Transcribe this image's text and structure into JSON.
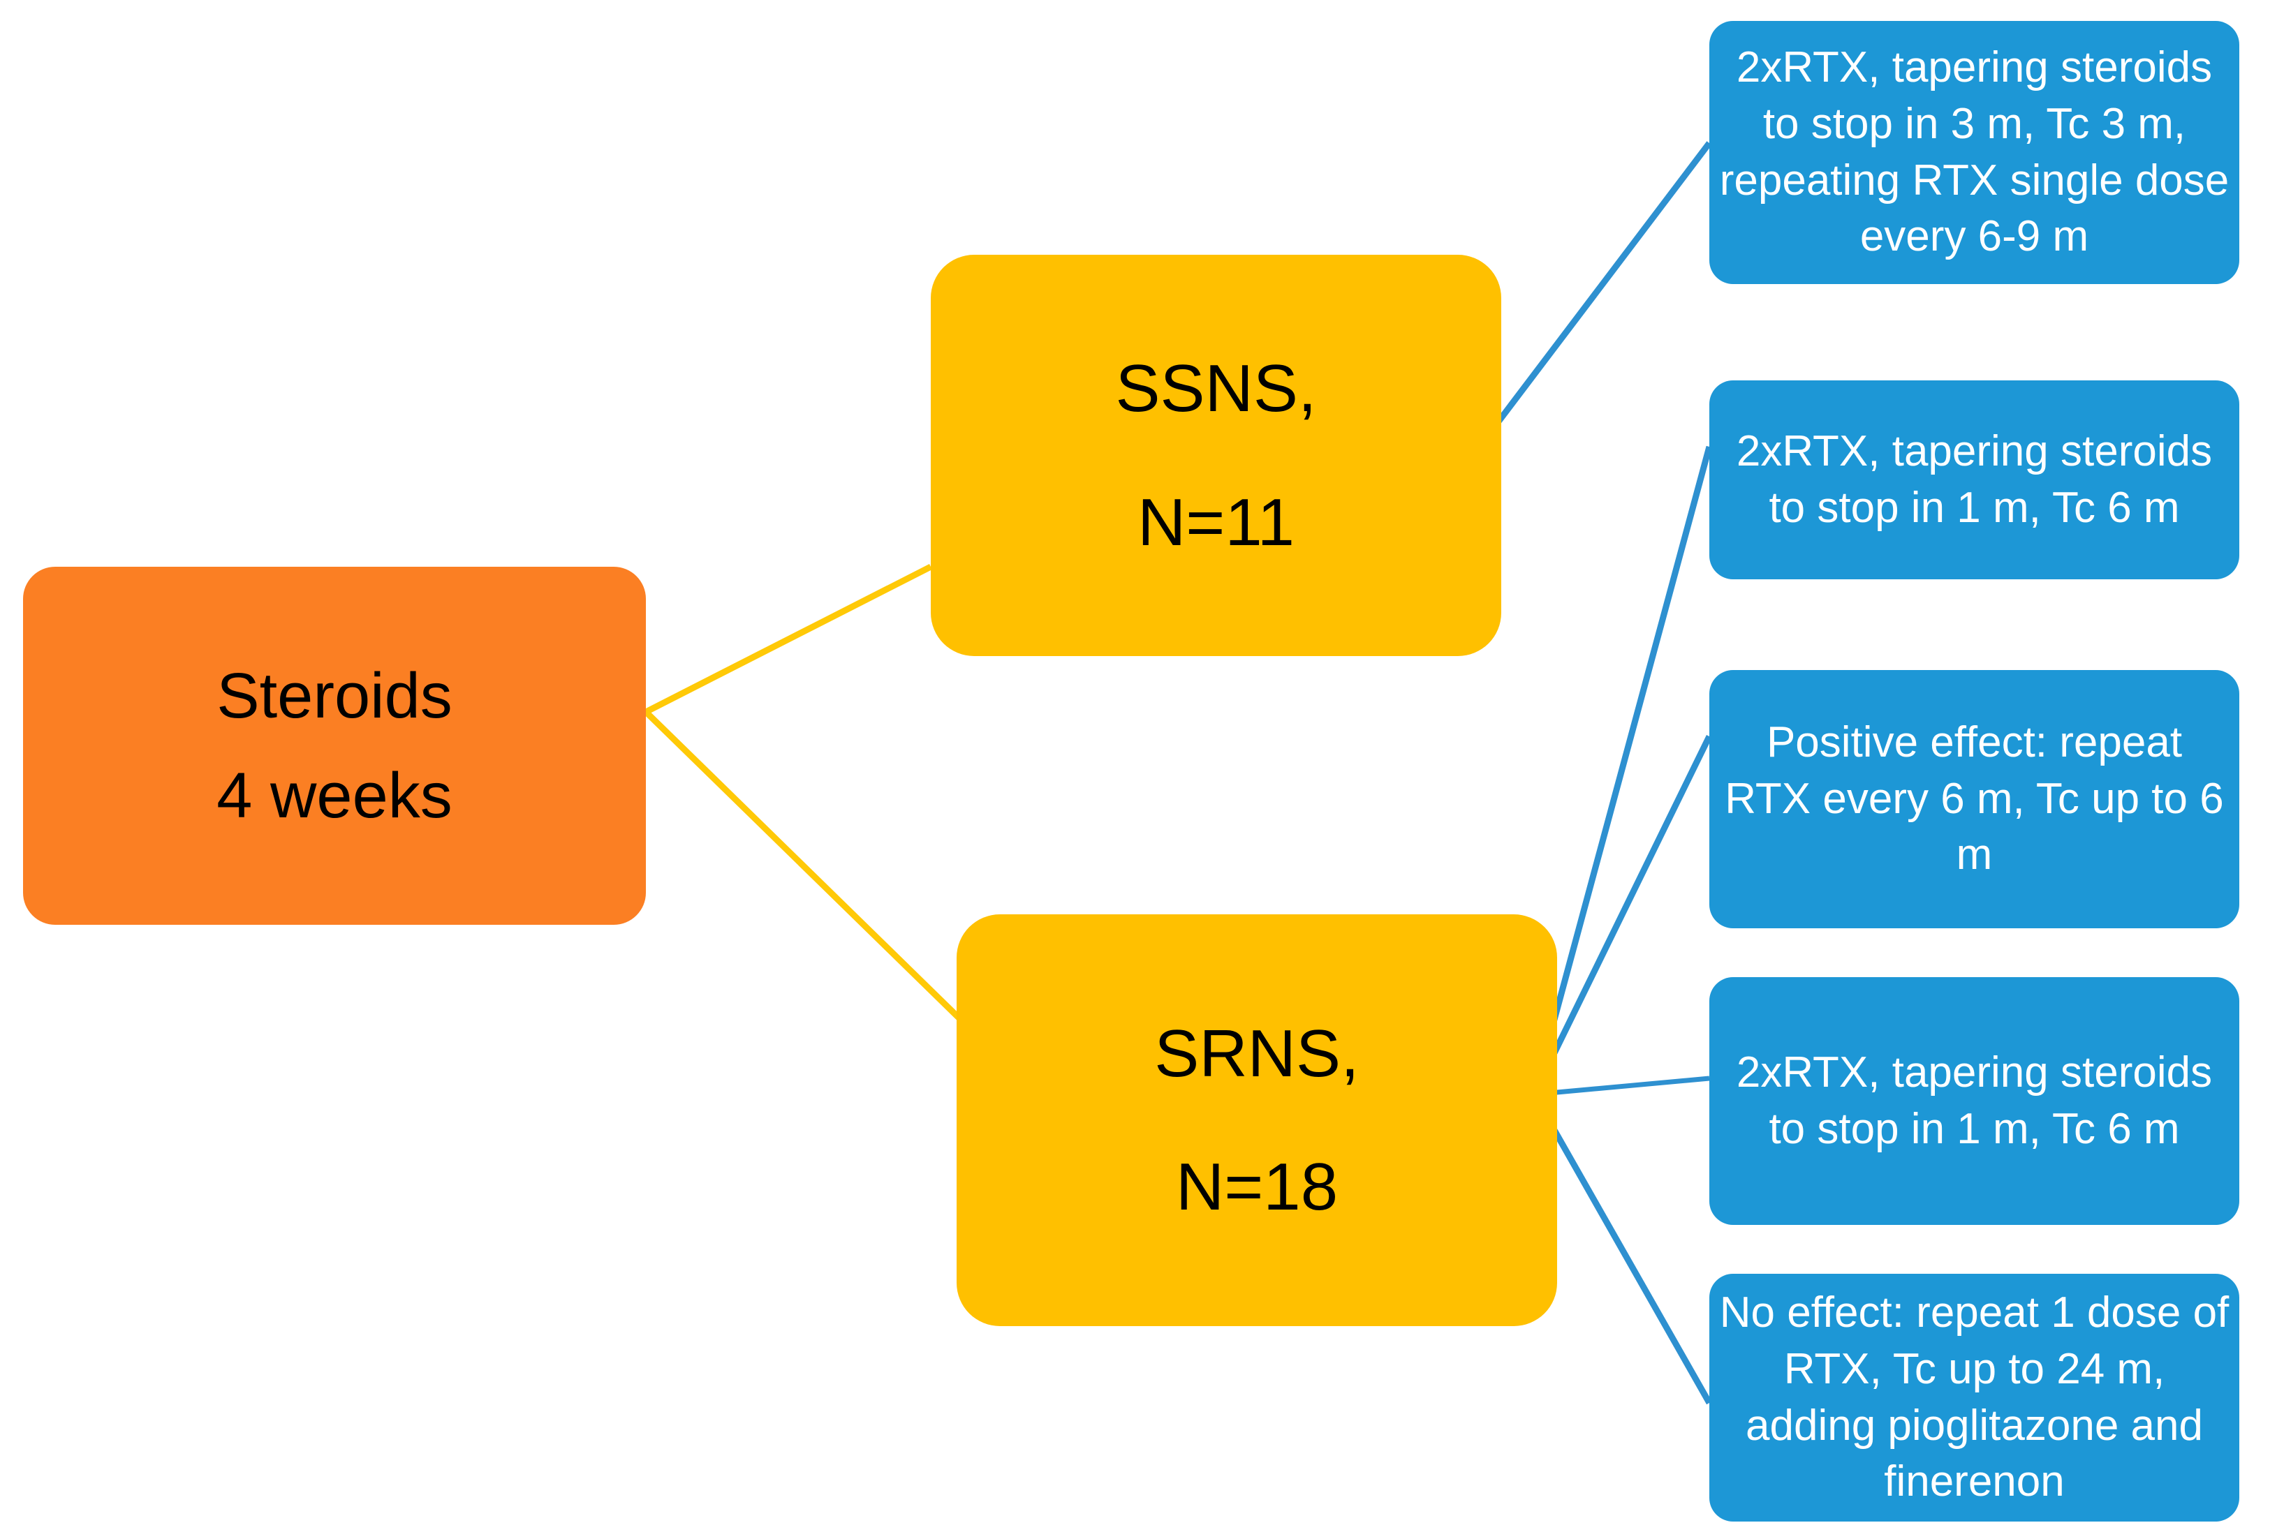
{
  "diagram": {
    "title": "Steroid and rituximab treatment protocol flowchart",
    "colors": {
      "root_fill": "#FB7F23",
      "group_fill": "#FFC000",
      "leaf_fill": "#1D97D6",
      "root_connector_stroke": "#FFC907",
      "leaf_connector_stroke": "#2E90D0",
      "background": "#FFFFFF",
      "root_text": "#000000",
      "group_text": "#000000",
      "leaf_text": "#FFFFFF"
    },
    "root": {
      "id": "steroids",
      "line1": "Steroids",
      "line2": "4 weeks"
    },
    "groups": [
      {
        "id": "ssns",
        "line1": "SSNS,",
        "line2": "N=11"
      },
      {
        "id": "srns",
        "line1": "SRNS,",
        "line2": "N=18"
      }
    ],
    "leaves": [
      {
        "id": "ssns-protocol",
        "parent": "ssns",
        "text": "2xRTX, tapering steroids to stop in 3 m, Tc 3 m, repeating RTX single dose every 6-9 m"
      },
      {
        "id": "srns-protocol-1",
        "parent": "srns",
        "text": "2xRTX, tapering steroids to stop in 1 m, Tc 6 m"
      },
      {
        "id": "srns-positive-effect",
        "parent": "srns",
        "text": "Positive effect: repeat RTX every 6 m, Tc up to 6 m"
      },
      {
        "id": "srns-protocol-2",
        "parent": "srns",
        "text": "2xRTX, tapering steroids to stop in 1 m, Tc 6 m"
      },
      {
        "id": "srns-no-effect",
        "parent": "srns",
        "text": "No effect: repeat 1 dose of  RTX, Tc up to 24 m, adding pioglitazone and finerenon"
      }
    ]
  }
}
